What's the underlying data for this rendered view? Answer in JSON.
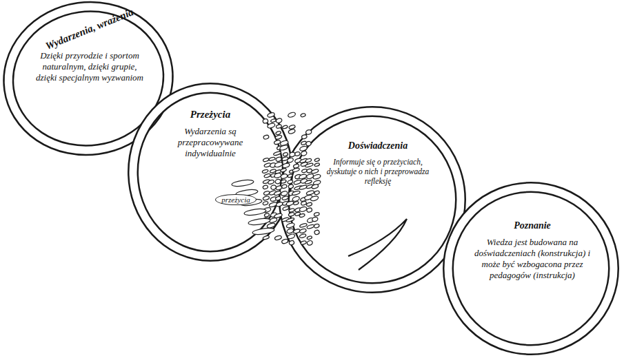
{
  "diagram": {
    "nodes": [
      {
        "text": [
          "Wydarzenia, wrażenia",
          "Dzięki przyrodzie i sportom naturalnym, dzięki grupie, dzięki specjalnym wyzwaniom"
        ]
      },
      {
        "text": [
          "Przeżycia",
          "Wydarzenia są przepracowywane indywidualnie"
        ]
      },
      {
        "text": [
          "przeżycia"
        ],
        "in": 1
      },
      {
        "text": [
          "Doświadczenia",
          "Informuje się o przeżyciach, dyskutuje o nich i przeprowadza refleksję"
        ]
      },
      {
        "text": [
          "Poznanie",
          "Wiedza jest budowana na doświadczeniach (konstrukcja) i może być wzbogacona przez pedagogów (instrukcja)"
        ]
      }
    ]
  }
}
